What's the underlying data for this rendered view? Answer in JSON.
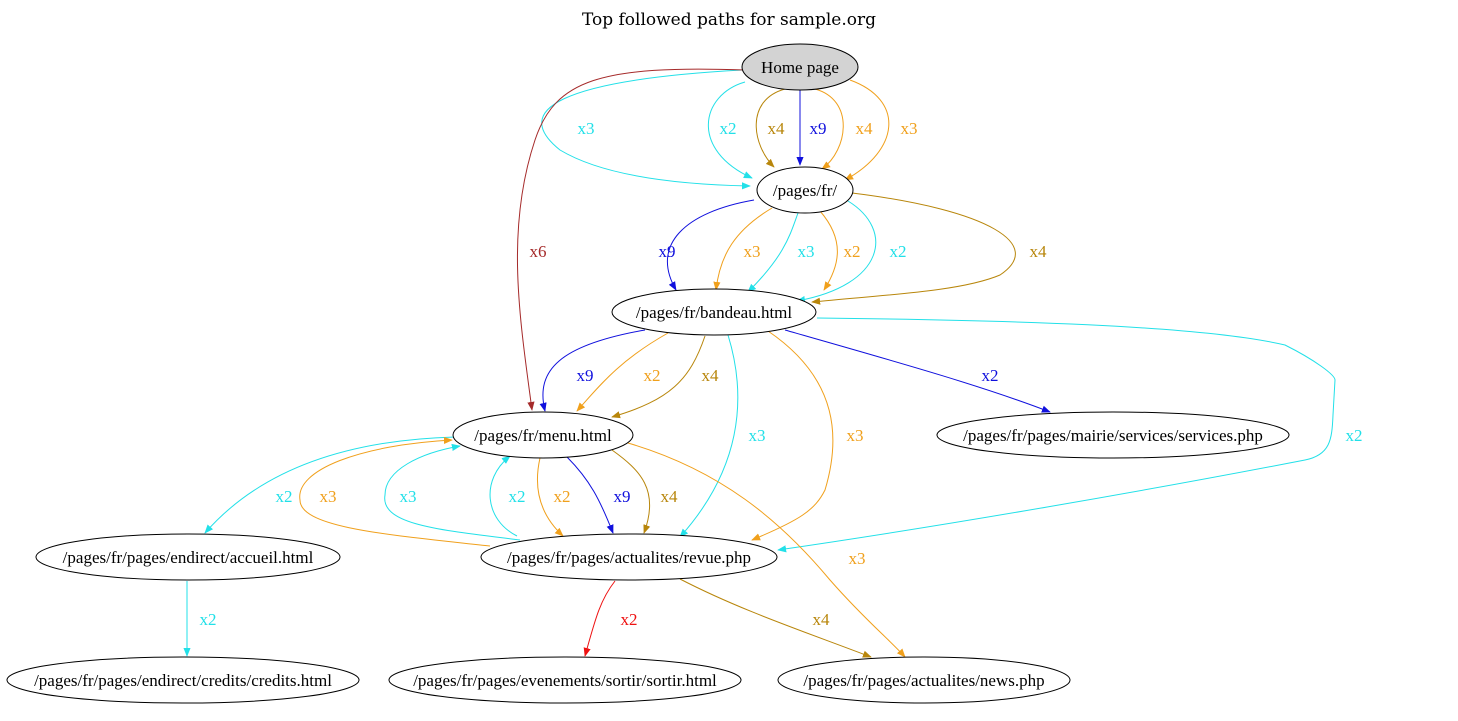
{
  "title": "Top followed paths for sample.org",
  "colors": {
    "cyan": "#22e0e8",
    "orange": "#f0a01c",
    "olive": "#b8860b",
    "blue": "#1010dd",
    "red": "#ee1111",
    "darkred": "#a52a2a",
    "home_fill": "#d3d3d3",
    "node_fill": "#ffffff"
  },
  "nodes": [
    {
      "id": "home",
      "label": "Home page",
      "filled": true
    },
    {
      "id": "fr",
      "label": "/pages/fr/"
    },
    {
      "id": "bandeau",
      "label": "/pages/fr/bandeau.html"
    },
    {
      "id": "menu",
      "label": "/pages/fr/menu.html"
    },
    {
      "id": "services",
      "label": "/pages/fr/pages/mairie/services/services.php"
    },
    {
      "id": "accueil",
      "label": "/pages/fr/pages/endirect/accueil.html"
    },
    {
      "id": "revue",
      "label": "/pages/fr/pages/actualites/revue.php"
    },
    {
      "id": "credits",
      "label": "/pages/fr/pages/endirect/credits/credits.html"
    },
    {
      "id": "sortir",
      "label": "/pages/fr/pages/evenements/sortir/sortir.html"
    },
    {
      "id": "news",
      "label": "/pages/fr/pages/actualites/news.php"
    }
  ],
  "edges": [
    {
      "id": "e1",
      "from": "home",
      "to": "fr",
      "label": "x3",
      "color": "cyan"
    },
    {
      "id": "e2",
      "from": "home",
      "to": "fr",
      "label": "x2",
      "color": "cyan"
    },
    {
      "id": "e3",
      "from": "home",
      "to": "fr",
      "label": "x4",
      "color": "olive"
    },
    {
      "id": "e4",
      "from": "home",
      "to": "fr",
      "label": "x9",
      "color": "blue"
    },
    {
      "id": "e5",
      "from": "home",
      "to": "fr",
      "label": "x4",
      "color": "orange"
    },
    {
      "id": "e6",
      "from": "home",
      "to": "fr",
      "label": "x3",
      "color": "orange"
    },
    {
      "id": "e7",
      "from": "home",
      "to": "menu",
      "label": "x6",
      "color": "darkred"
    },
    {
      "id": "e8",
      "from": "fr",
      "to": "bandeau",
      "label": "x9",
      "color": "blue"
    },
    {
      "id": "e9",
      "from": "fr",
      "to": "bandeau",
      "label": "x3",
      "color": "orange"
    },
    {
      "id": "e10",
      "from": "fr",
      "to": "bandeau",
      "label": "x3",
      "color": "cyan"
    },
    {
      "id": "e11",
      "from": "fr",
      "to": "bandeau",
      "label": "x2",
      "color": "orange"
    },
    {
      "id": "e12",
      "from": "fr",
      "to": "bandeau",
      "label": "x2",
      "color": "cyan"
    },
    {
      "id": "e13",
      "from": "fr",
      "to": "bandeau",
      "label": "x4",
      "color": "olive"
    },
    {
      "id": "e14",
      "from": "bandeau",
      "to": "menu",
      "label": "x9",
      "color": "blue"
    },
    {
      "id": "e15",
      "from": "bandeau",
      "to": "menu",
      "label": "x2",
      "color": "orange"
    },
    {
      "id": "e16",
      "from": "bandeau",
      "to": "menu",
      "label": "x4",
      "color": "olive"
    },
    {
      "id": "e17",
      "from": "bandeau",
      "to": "revue",
      "label": "x3",
      "color": "cyan"
    },
    {
      "id": "e18",
      "from": "bandeau",
      "to": "revue",
      "label": "x3",
      "color": "orange"
    },
    {
      "id": "e19",
      "from": "bandeau",
      "to": "services",
      "label": "x2",
      "color": "blue"
    },
    {
      "id": "e20",
      "from": "bandeau",
      "to": "revue",
      "label": "x2",
      "color": "cyan"
    },
    {
      "id": "e21",
      "from": "menu",
      "to": "accueil",
      "label": "x2",
      "color": "cyan"
    },
    {
      "id": "e22",
      "from": "revue",
      "to": "menu",
      "label": "x3",
      "color": "orange"
    },
    {
      "id": "e23",
      "from": "revue",
      "to": "menu",
      "label": "x3",
      "color": "cyan"
    },
    {
      "id": "e24",
      "from": "revue",
      "to": "menu",
      "label": "x2",
      "color": "cyan"
    },
    {
      "id": "e25",
      "from": "menu",
      "to": "revue",
      "label": "x2",
      "color": "orange"
    },
    {
      "id": "e26",
      "from": "menu",
      "to": "revue",
      "label": "x9",
      "color": "blue"
    },
    {
      "id": "e27",
      "from": "menu",
      "to": "revue",
      "label": "x4",
      "color": "olive"
    },
    {
      "id": "e28",
      "from": "menu",
      "to": "news",
      "label": "x3",
      "color": "orange"
    },
    {
      "id": "e29",
      "from": "accueil",
      "to": "credits",
      "label": "x2",
      "color": "cyan"
    },
    {
      "id": "e30",
      "from": "revue",
      "to": "sortir",
      "label": "x2",
      "color": "red"
    },
    {
      "id": "e31",
      "from": "revue",
      "to": "news",
      "label": "x4",
      "color": "olive"
    }
  ]
}
